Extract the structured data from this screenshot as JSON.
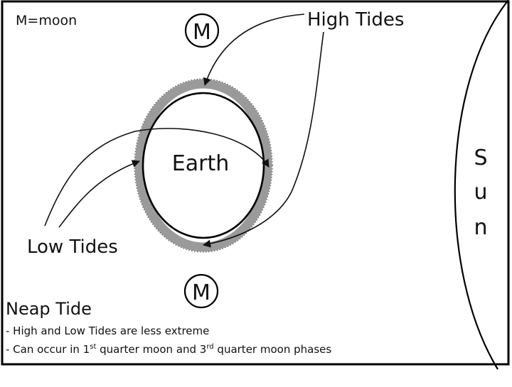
{
  "legend": {
    "text": "M=moon"
  },
  "moons": {
    "top_label": "M",
    "bottom_label": "M"
  },
  "earth": {
    "label": "Earth"
  },
  "labels": {
    "high_tides": "High Tides",
    "low_tides": "Low Tides"
  },
  "sun": {
    "letters": [
      "S",
      "u",
      "n"
    ]
  },
  "caption": {
    "title": "Neap Tide",
    "line1": "- High and Low Tides are less extreme",
    "line2_prefix": "- Can occur in 1",
    "line2_sup1": "st",
    "line2_mid": " quarter moon and 3",
    "line2_sup2": "rd",
    "line2_suffix": " quarter moon phases"
  },
  "colors": {
    "tide_band": "#9a9a9a",
    "ink": "#111111"
  }
}
